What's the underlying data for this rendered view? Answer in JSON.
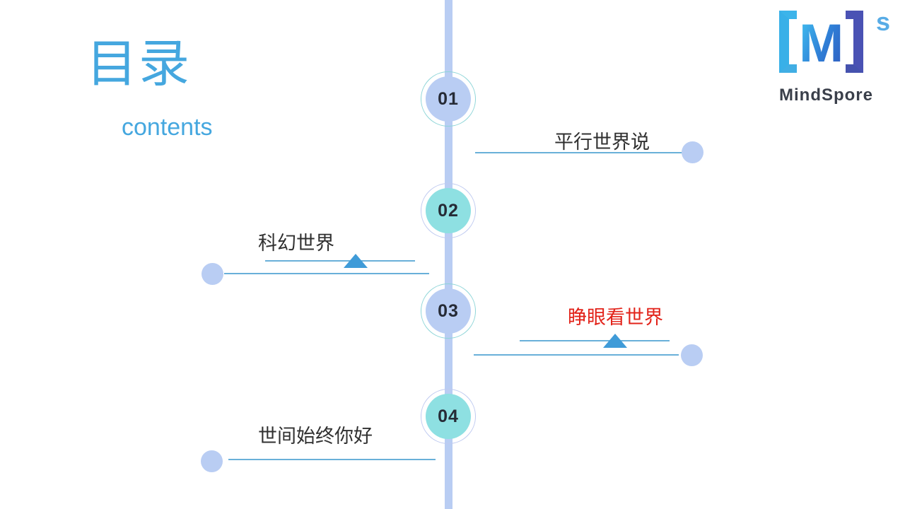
{
  "slide": {
    "title_zh": "目录",
    "title_en": "contents"
  },
  "logo": {
    "bracket_left": "[",
    "letter": "M",
    "superscript": "s",
    "bracket_right": "]",
    "wordmark": "MindSpore"
  },
  "timeline": {
    "nodes": [
      {
        "number": "01",
        "fill": "#b9cdf3",
        "ring": "#8ed5d8"
      },
      {
        "number": "02",
        "fill": "#8ee0e2",
        "ring": "#bfcaf0"
      },
      {
        "number": "03",
        "fill": "#b9cdf3",
        "ring": "#8ed5d8"
      },
      {
        "number": "04",
        "fill": "#8ee0e2",
        "ring": "#bfcaf0"
      }
    ],
    "items": [
      {
        "label": "平行世界说",
        "side": "right",
        "color": "#303030",
        "has_triangle": false
      },
      {
        "label": "科幻世界",
        "side": "left",
        "color": "#303030",
        "has_triangle": true
      },
      {
        "label": "睁眼看世界",
        "side": "right",
        "color": "#e2231a",
        "has_triangle": true
      },
      {
        "label": "世间始终你好",
        "side": "left",
        "color": "#303030",
        "has_triangle": false
      }
    ]
  },
  "colors": {
    "accent_blue": "#45a7df",
    "timeline_blue": "#b9cdf3",
    "node_teal": "#8ee0e2",
    "line_blue": "#69b0d9",
    "triangle_blue": "#3f9bd8",
    "highlight_red": "#e2231a",
    "text_dark": "#303030",
    "logo_dark": "#3a3f4a"
  }
}
